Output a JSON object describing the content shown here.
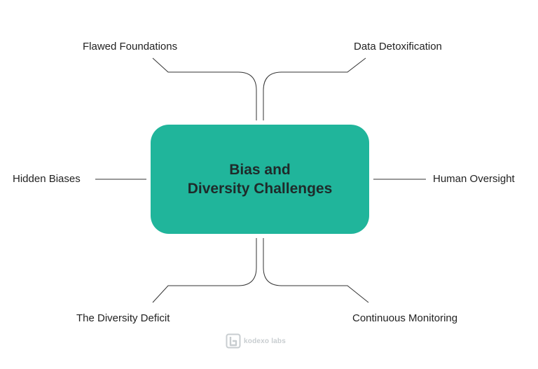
{
  "center": {
    "line1": "Bias and",
    "line2": "Diversity Challenges",
    "color": "#20b59b"
  },
  "nodes": [
    {
      "id": "flawed-foundations",
      "label": "Flawed Foundations"
    },
    {
      "id": "data-detoxification",
      "label": "Data Detoxification"
    },
    {
      "id": "hidden-biases",
      "label": "Hidden Biases"
    },
    {
      "id": "human-oversight",
      "label": "Human Oversight"
    },
    {
      "id": "diversity-deficit",
      "label": "The Diversity Deficit"
    },
    {
      "id": "continuous-monitoring",
      "label": "Continuous Monitoring"
    }
  ],
  "line_color": "#333333",
  "logo": {
    "text": "kodexo labs",
    "icon": "kodexo-logo-icon",
    "color": "#c8cdd0"
  }
}
